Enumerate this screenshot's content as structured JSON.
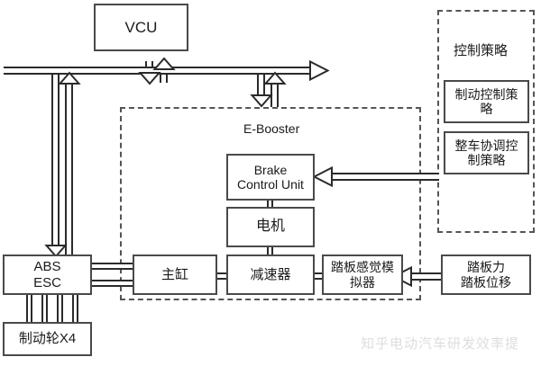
{
  "diagram": {
    "title_vcu": "VCU",
    "ebooster_label": "E-Booster",
    "boxes": {
      "vcu": "VCU",
      "brake_control_unit": "Brake\nControl Unit",
      "motor": "电机",
      "reducer": "减速器",
      "master_cylinder": "主缸",
      "pedal_feel_simulator": "踏板感觉模\n拟器",
      "pedal_force_travel": "踏板力\n踏板位移",
      "abs_esc": "ABS\nESC",
      "brake_wheels": "制动轮X4"
    },
    "strategy_panel": {
      "title": "控制策略",
      "items": [
        "制动控制策\n略",
        "整车协调控\n制策略"
      ]
    },
    "watermark": "知乎电动汽车研发效率提"
  },
  "colors": {
    "box_border": "#4a4a4a",
    "dashed_border": "#555555",
    "line": "#2b2b2b",
    "text": "#1a1a1a",
    "background": "#ffffff",
    "watermark": "#d8d8d8"
  }
}
